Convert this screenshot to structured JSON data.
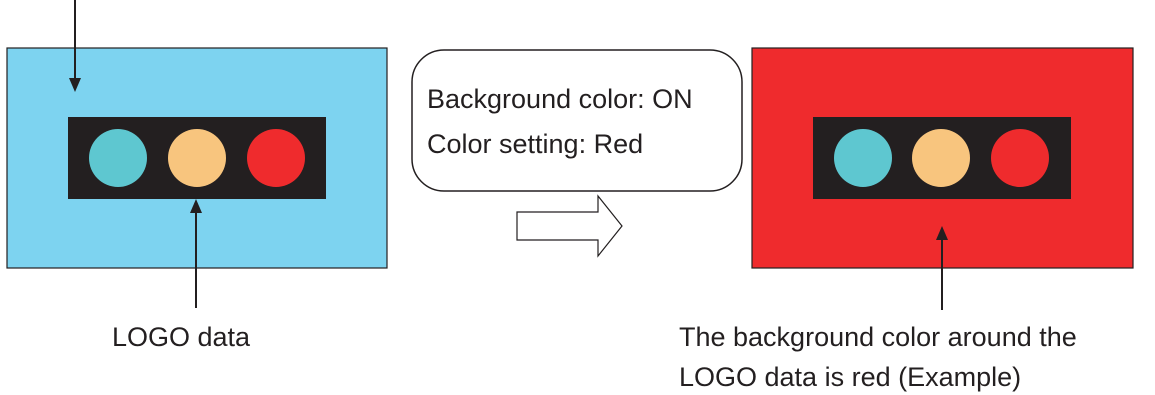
{
  "colors": {
    "original_background": "#7dd3f0",
    "result_background": "#ef2b2d",
    "logo_band": "#231f20",
    "circle_teal": "#5ec7d0",
    "circle_peach": "#f8c57e",
    "circle_red": "#ef2b2d",
    "stroke": "#231f20"
  },
  "callout": {
    "line1": "Background color: ON",
    "line2": "Color setting: Red"
  },
  "labels": {
    "logo_data": "LOGO data",
    "result_line1": "The background color around the",
    "result_line2": "LOGO data is red (Example)"
  },
  "icons": {
    "transition": "right-arrow-icon"
  }
}
